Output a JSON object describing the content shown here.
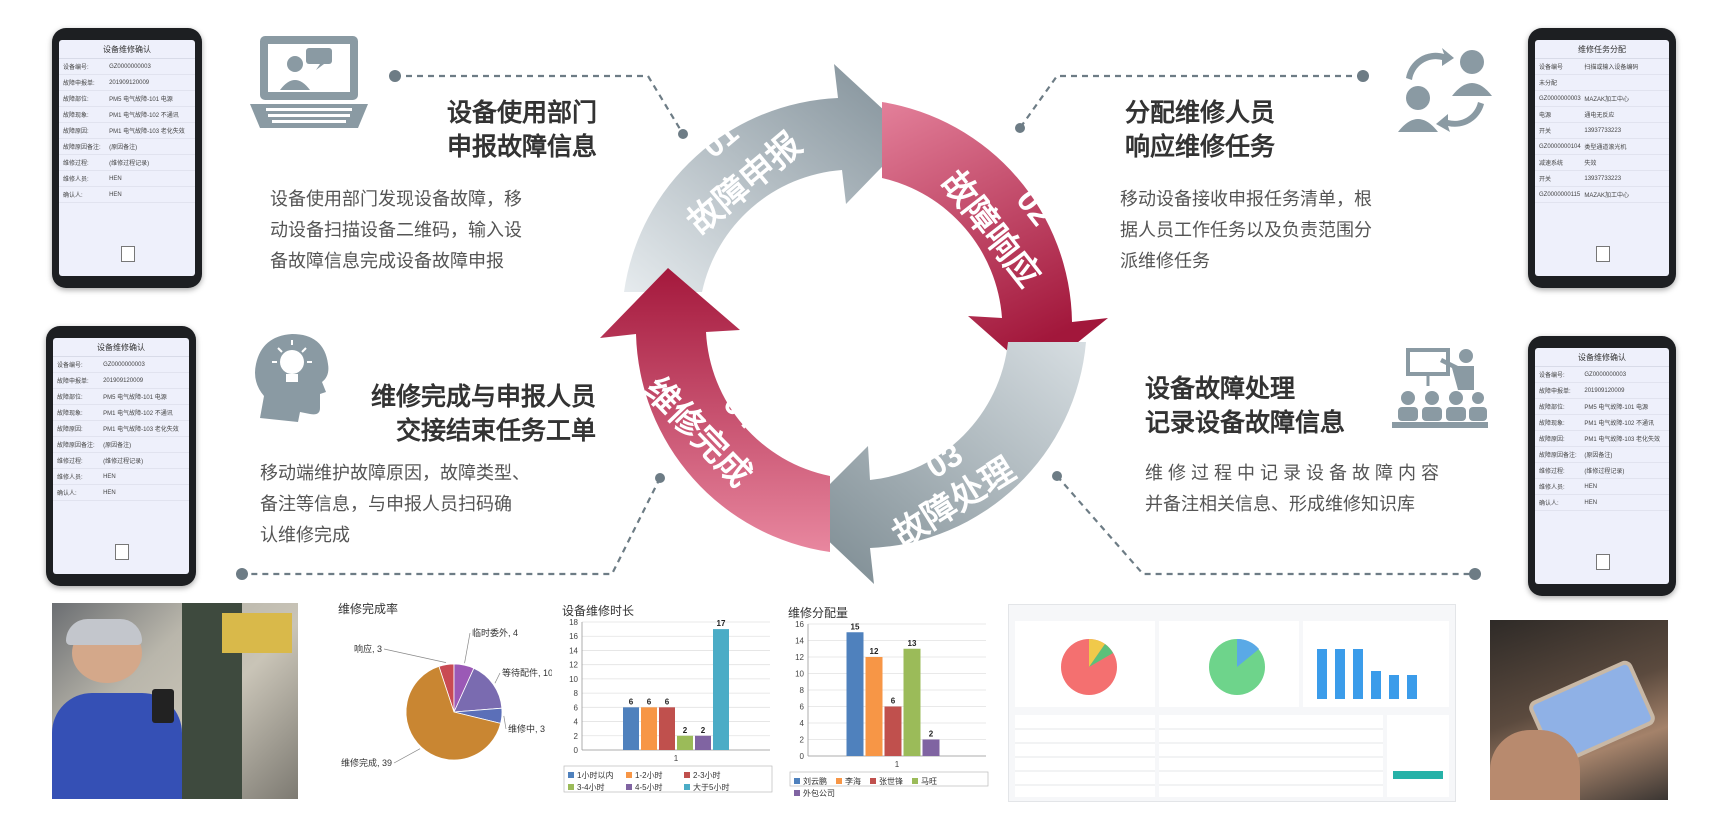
{
  "cycle": {
    "step1": {
      "num": "01",
      "label": "故障申报"
    },
    "step2": {
      "num": "02",
      "label": "故障响应"
    },
    "step3": {
      "num": "03",
      "label": "故障处理"
    },
    "step4": {
      "num": "04",
      "label": "维修完成"
    }
  },
  "blocks": {
    "b1": {
      "heading1": "设备使用部门",
      "heading2": "申报故障信息",
      "desc1": "设备使用部门发现设备故障，移",
      "desc2": "动设备扫描设备二维码，输入设",
      "desc3": "备故障信息完成设备故障申报"
    },
    "b2": {
      "heading1": "分配维修人员",
      "heading2": "响应维修任务",
      "desc1": "移动设备接收申报任务清单，根",
      "desc2": "据人员工作任务以及负责范围分",
      "desc3": "派维修任务"
    },
    "b3": {
      "heading1": "维修完成与申报人员",
      "heading2": "交接结束任务工单",
      "desc1": "移动端维护故障原因，故障类型、",
      "desc2": "备注等信息，与申报人员扫码确",
      "desc3": "认维修完成"
    },
    "b4": {
      "heading1": "设备故障处理",
      "heading2": "记录设备故障信息",
      "desc1": "维 修 过 程 中 记 录 设 备 故 障 内 容",
      "desc2": "并备注相关信息、形成维修知识库"
    }
  },
  "phones": {
    "p1": {
      "title": "设备维修确认",
      "rows": [
        [
          "设备编号:",
          "GZ0000000003"
        ],
        [
          "故障申报单:",
          "201909120009"
        ],
        [
          "故障部位:",
          "PM5 电气故障-101 电源"
        ],
        [
          "故障现象:",
          "PM1 电气故障-102 不通讯"
        ],
        [
          "故障原因:",
          "PM1 电气故障-103 老化失效"
        ],
        [
          "故障原因备注:",
          "(原因备注)"
        ],
        [
          "维修过程:",
          "(维修过程记录)"
        ],
        [
          "维修人员:",
          "HEN"
        ],
        [
          "确认人:",
          "HEN"
        ]
      ]
    },
    "p2": {
      "title": "维修任务分配",
      "rows": [
        [
          "设备编号",
          "扫描或输入设备编码"
        ],
        [
          "未分配",
          ""
        ],
        [
          "GZ0000000003",
          "MAZAK加工中心"
        ],
        [
          "电源",
          "通电无反应"
        ],
        [
          "开关",
          "13937733223"
        ],
        [
          "GZ0000000104",
          "类型通道滚光机"
        ],
        [
          "减速系统",
          "失效"
        ],
        [
          "开关",
          "13937733223"
        ],
        [
          "GZ0000000115",
          "MAZAK加工中心"
        ]
      ]
    },
    "p3": {
      "title": "设备维修确认",
      "rows": [
        [
          "设备编号:",
          "GZ0000000003"
        ],
        [
          "故障申报单:",
          "201909120009"
        ],
        [
          "故障部位:",
          "PM5 电气故障-101 电源"
        ],
        [
          "故障现象:",
          "PM1 电气故障-102 不通讯"
        ],
        [
          "故障原因:",
          "PM1 电气故障-103 老化失效"
        ],
        [
          "故障原因备注:",
          "(原因备注)"
        ],
        [
          "维修过程:",
          "(维修过程记录)"
        ],
        [
          "维修人员:",
          "HEN"
        ],
        [
          "确认人:",
          "HEN"
        ]
      ]
    },
    "p4": {
      "title": "设备维修确认",
      "rows": [
        [
          "设备编号:",
          "GZ0000000003"
        ],
        [
          "故障申报单:",
          "201909120009"
        ],
        [
          "故障部位:",
          "PM5 电气故障-101 电源"
        ],
        [
          "故障现象:",
          "PM1 电气故障-102 不通讯"
        ],
        [
          "故障原因:",
          "PM1 电气故障-103 老化失效"
        ],
        [
          "故障原因备注:",
          "(原因备注)"
        ],
        [
          "维修过程:",
          "(维修过程记录)"
        ],
        [
          "维修人员:",
          "HEN"
        ],
        [
          "确认人:",
          "HEN"
        ]
      ]
    }
  },
  "charts": {
    "pie": {
      "title": "维修完成率",
      "labels": [
        {
          "text": "响应, 3"
        },
        {
          "text": "临时委外, 4"
        },
        {
          "text": "等待配件, 10"
        },
        {
          "text": "维修中, 3"
        },
        {
          "text": "维修完成, 39"
        }
      ]
    },
    "bar1": {
      "title": "设备维修时长",
      "xlabel": "1",
      "legend": [
        "1小时以内",
        "1-2小时",
        "2-3小时",
        "3-4小时",
        "4-5小时",
        "大于5小时"
      ]
    },
    "bar2": {
      "title": "维修分配量",
      "xlabel": "1",
      "legend": [
        "刘云鹏",
        "李海",
        "张世锋",
        "马旺",
        "外包公司"
      ]
    }
  },
  "chart_data": [
    {
      "type": "pie",
      "title": "维修完成率",
      "slices": [
        {
          "name": "响应",
          "value": 3
        },
        {
          "name": "临时委外",
          "value": 4
        },
        {
          "name": "等待配件",
          "value": 10
        },
        {
          "name": "维修中",
          "value": 3
        },
        {
          "name": "维修完成",
          "value": 39
        }
      ],
      "colors": [
        "#c94a53",
        "#9b59b6",
        "#7a6bb0",
        "#5b6fb8",
        "#c98632"
      ]
    },
    {
      "type": "bar",
      "title": "设备维修时长",
      "categories": [
        "1"
      ],
      "ylim": [
        0,
        18
      ],
      "yticks": [
        0,
        2,
        4,
        6,
        8,
        10,
        12,
        14,
        16,
        18
      ],
      "series": [
        {
          "name": "1小时以内",
          "values": [
            6
          ]
        },
        {
          "name": "1-2小时",
          "values": [
            6
          ]
        },
        {
          "name": "2-3小时",
          "values": [
            6
          ]
        },
        {
          "name": "3-4小时",
          "values": [
            2
          ]
        },
        {
          "name": "4-5小时",
          "values": [
            2
          ]
        },
        {
          "name": "大于5小时",
          "values": [
            17
          ]
        }
      ],
      "colors": [
        "#4f81bd",
        "#f79646",
        "#c0504d",
        "#9bbb59",
        "#8064a2",
        "#4bacc6"
      ]
    },
    {
      "type": "bar",
      "title": "维修分配量",
      "categories": [
        "1"
      ],
      "ylim": [
        0,
        16
      ],
      "yticks": [
        0,
        2,
        4,
        6,
        8,
        10,
        12,
        14,
        16
      ],
      "series": [
        {
          "name": "刘云鹏",
          "values": [
            15
          ]
        },
        {
          "name": "李海",
          "values": [
            12
          ]
        },
        {
          "name": "张世锋",
          "values": [
            6
          ]
        },
        {
          "name": "马旺",
          "values": [
            13
          ]
        },
        {
          "name": "外包公司",
          "values": [
            2
          ]
        }
      ],
      "colors": [
        "#4f81bd",
        "#f79646",
        "#c0504d",
        "#9bbb59",
        "#8064a2"
      ]
    }
  ],
  "colors": {
    "crimson": "#b21f45",
    "gray": "#8b9aa3",
    "dot": "#6d7c85"
  }
}
